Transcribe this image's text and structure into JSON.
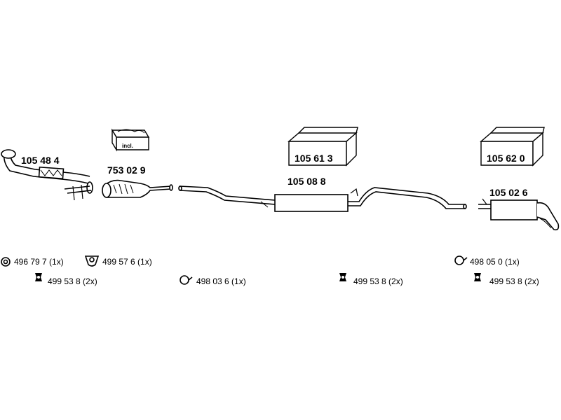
{
  "parts": {
    "front_pipe": "105 48 4",
    "catalyst": "753 02 9",
    "catalyst_kit": "incl.",
    "middle_silencer": "105 08 8",
    "middle_kit": "105 61 3",
    "rear_kit": "105 62 0",
    "rear_silencer": "105 02 6"
  },
  "fittings": {
    "ring_front": "496 79 7 (1x)",
    "flange_gasket": "499 57 6 (1x)",
    "hanger_front": "499 53 8 (2x)",
    "clamp_mid": "498 03 6  (1x)",
    "hanger_mid": "499 53 8 (2x)",
    "clamp_rear": "498 05 0 (1x)",
    "hanger_rear": "499 53 8 (2x)"
  }
}
